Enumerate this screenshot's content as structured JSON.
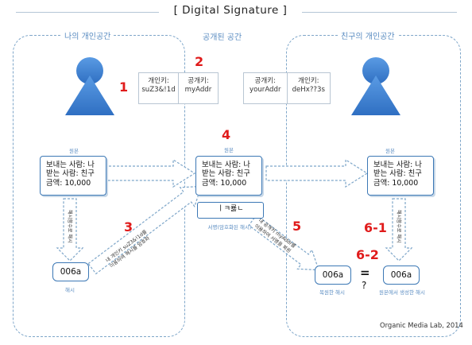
{
  "title": "[   Digital Signature   ]",
  "spaces": {
    "my": "나의 개인공간",
    "public": "공개된 공간",
    "friend": "친구의 개인공간"
  },
  "keys": {
    "mine": {
      "private_label": "개인키:",
      "private_value": "suZ3&!1d",
      "public_label": "공개키:",
      "public_value": "myAddr"
    },
    "friend": {
      "public_label": "공개키:",
      "public_value": "yourAddr",
      "private_label": "개인키:",
      "private_value": "deHx??3s"
    }
  },
  "numbers": {
    "n1": "1",
    "n2": "2",
    "n3": "3",
    "n4": "4",
    "n5": "5",
    "n61": "6-1",
    "n62": "6-2"
  },
  "document": {
    "label": "원본",
    "line1": "보내는 사람: 나",
    "line2": "받는 사람: 친구",
    "line3": "금액: 10,000"
  },
  "signature": {
    "value": "ㅣㅋ룛ㄴ",
    "caption": "서명(암호화된 해시)"
  },
  "hashes": {
    "mine": {
      "value": "006a",
      "caption": "해시"
    },
    "restored": {
      "value": "006a",
      "caption": "복원한 해시"
    },
    "generated": {
      "value": "006a",
      "caption": "원본에서 생성한 해시"
    }
  },
  "arrow_texts": {
    "hash_fn": "해시함수로 해시",
    "encrypt_line1": "내 개인키 suZ3&!1d를",
    "encrypt_line2": "이용하여 해시를 암호화",
    "decrypt_line1": "내 공개키 myAddr를",
    "decrypt_line2": "이용하여 서명을 복원"
  },
  "compare": {
    "equals": "=",
    "question": "?"
  },
  "credit": "Organic Media Lab, 2014",
  "colors": {
    "accent": "#3c78b5",
    "person": "#3f7fd0",
    "red": "#e01b1b",
    "dashed": "#7ea6c9"
  }
}
